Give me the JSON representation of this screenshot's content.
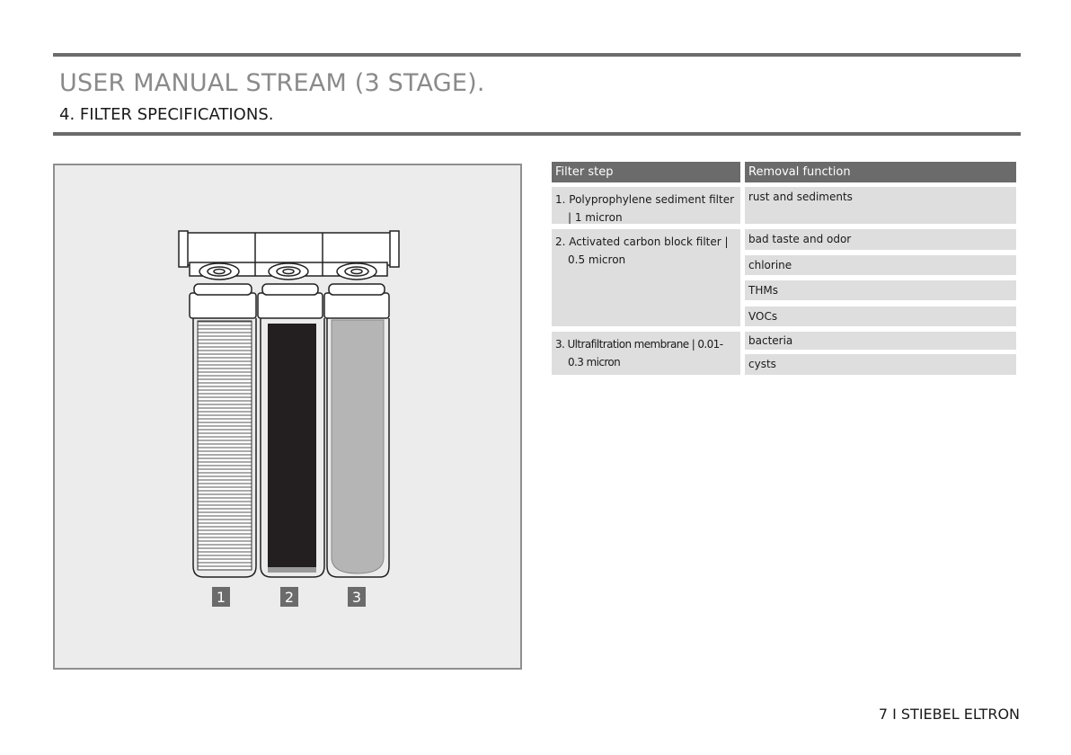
{
  "header": {
    "title": "USER MANUAL STREAM (3 STAGE).",
    "subtitle": "4. FILTER SPECIFICATIONS."
  },
  "figure": {
    "labels": [
      "1",
      "2",
      "3"
    ],
    "colors": {
      "sediment": "#ffffff",
      "carbon": "#231f20",
      "membrane": "#b5b5b5",
      "label_bg": "#6b6b6b"
    }
  },
  "table": {
    "headers": {
      "step": "Filter step",
      "function": "Removal function"
    },
    "rows": [
      {
        "step": "1. Polyprophylene sediment filter | 1 micron",
        "functions": [
          "rust and sediments"
        ]
      },
      {
        "step": "2. Activated carbon block filter | 0.5 micron",
        "functions": [
          "bad taste and odor",
          "chlorine",
          "THMs",
          "VOCs"
        ]
      },
      {
        "step": "3. Ultrafiltration membrane | 0.01-0.3 micron",
        "functions": [
          "bacteria",
          "cysts"
        ]
      }
    ]
  },
  "footer": {
    "page": "7 I STIEBEL ELTRON"
  }
}
